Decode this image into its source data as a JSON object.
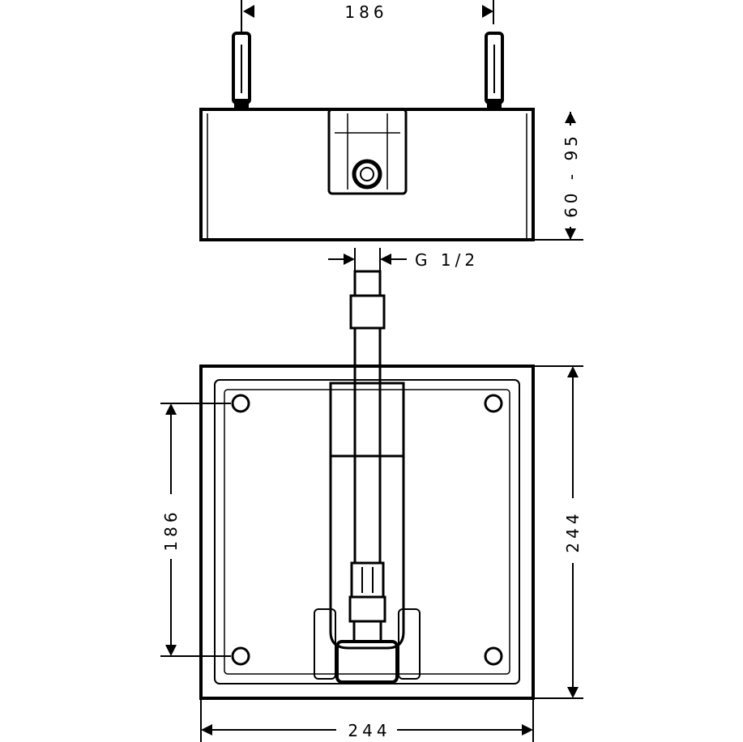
{
  "dimensions": {
    "top_anchor_spacing": "186",
    "depth_range": "60 - 95",
    "thread": "G 1/2",
    "left_anchor_spacing": "186",
    "right_height": "244",
    "bottom_width": "244"
  }
}
